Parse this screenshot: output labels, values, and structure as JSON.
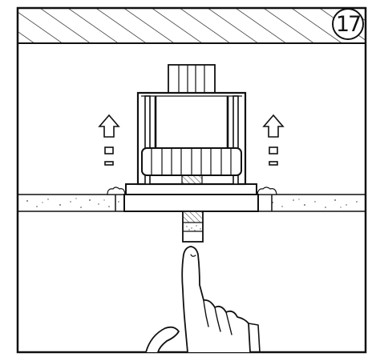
{
  "step": {
    "number": "17"
  },
  "colors": {
    "line": "#111111",
    "background": "#ffffff",
    "fill_light": "#f4f4f4"
  },
  "icons": [
    "ceiling-hatch",
    "up-arrow-icon",
    "hand-icon",
    "device-body",
    "ceiling-slab"
  ]
}
